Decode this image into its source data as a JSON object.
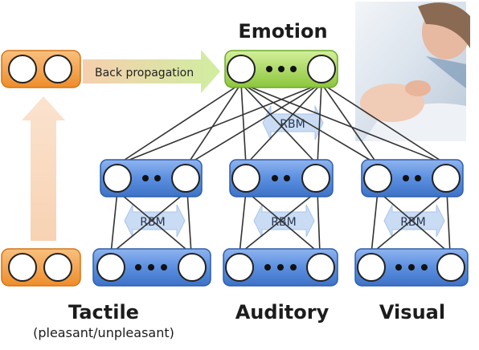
{
  "labels": {
    "emotion": "Emotion",
    "tactile": "Tactile",
    "tactile_sub": "(pleasant/unpleasant)",
    "auditory": "Auditory",
    "visual": "Visual",
    "back_propagation": "Back propagation",
    "rbm": "RBM"
  },
  "colors": {
    "emotion_layer": "#a9d65a",
    "modality_layer": "#4f86d8",
    "tactile_layer": "#f3a24a",
    "rbm_arrow": "#c9dcf4",
    "bp_arrow": "#f7d9bf"
  }
}
